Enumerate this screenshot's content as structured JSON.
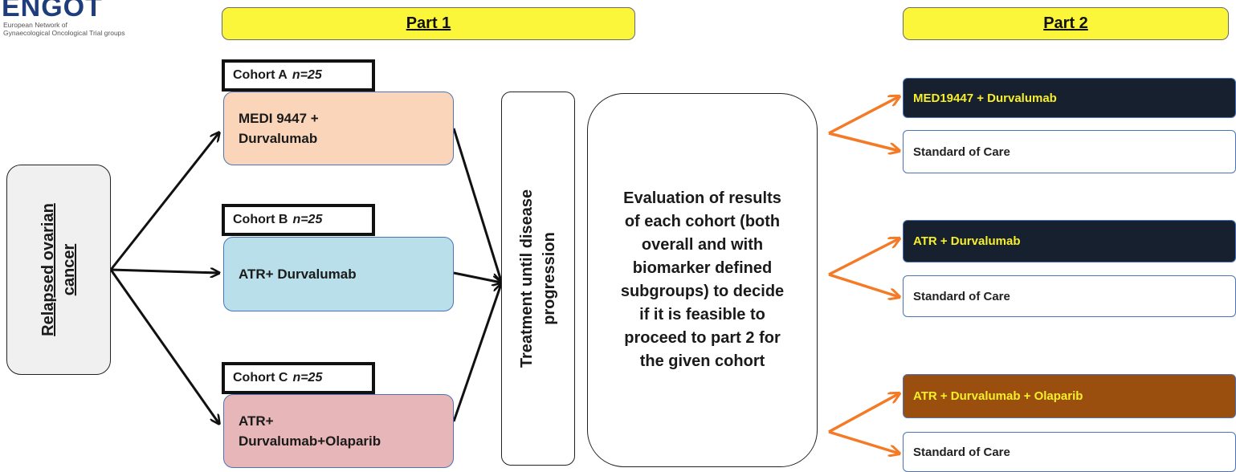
{
  "logo": {
    "wordmark": "ENGOT",
    "subtitle_line1": "European Network of",
    "subtitle_line2": "Gynaecological Oncological Trial groups"
  },
  "part1": {
    "label": "Part 1"
  },
  "part2": {
    "label": "Part 2"
  },
  "population": {
    "label": "Relapsed ovarian cancer"
  },
  "cohorts": [
    {
      "label": "Cohort A",
      "n": "n=25",
      "arm": "MEDI 9447 + Durvalumab",
      "color": "#fbd5b9"
    },
    {
      "label": "Cohort B",
      "n": "n=25",
      "arm": "ATR+ Durvalumab",
      "color": "#b9dfea"
    },
    {
      "label": "Cohort C",
      "n": "n=25",
      "arm": "ATR+ Durvalumab+Olaparib",
      "color": "#e7b6b8"
    }
  ],
  "treatment": {
    "label": "Treatment until disease progression"
  },
  "evaluation": {
    "text": "Evaluation of results of each cohort (both overall and with biomarker defined subgroups) to decide if it is feasible to proceed to part 2 for the given cohort"
  },
  "part2_arms": [
    {
      "experimental": "MED19447 + Durvalumab",
      "control": "Standard of Care",
      "color": "#17202e"
    },
    {
      "experimental": "ATR + Durvalumab",
      "control": "Standard of Care",
      "color": "#17202e"
    },
    {
      "experimental": "ATR + Durvalumab + Olaparib",
      "control": "Standard of Care",
      "color": "#9b4f0e"
    }
  ],
  "colors": {
    "banner": "#fbf63a",
    "black_arrow": "#111111",
    "orange_arrow": "#f47a26",
    "arm_border": "#4b74b8",
    "arm_text": "#f6ef2a"
  }
}
